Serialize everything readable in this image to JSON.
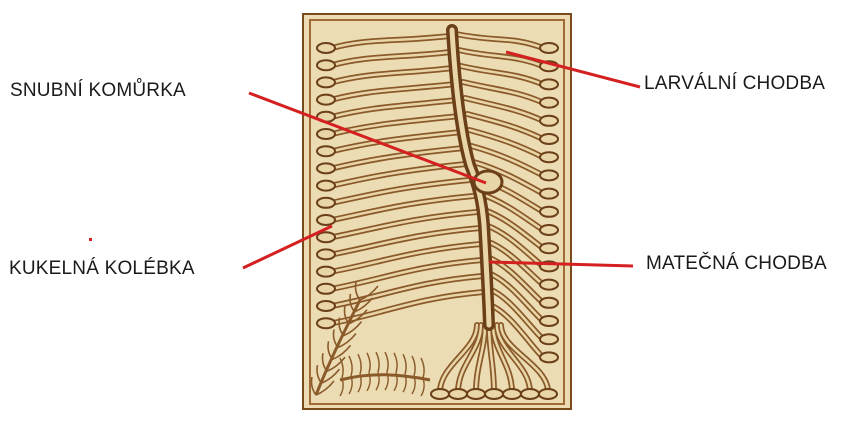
{
  "labels": {
    "snubni_komurka": "SNUBNÍ KOMŮRKA",
    "kukelna_kolebka": "KUKELNÁ KOLÉBKA",
    "larvalni_chodba": "LARVÁLNÍ CHODBA",
    "materna_chodba": "MATEČNÁ CHODBA"
  },
  "colors": {
    "pointer": "#d42020",
    "wood_background": "#ead9b0",
    "gallery_brown": "#8a5a2a",
    "gallery_dark": "#6b3f18",
    "label_text": "#1a1a1a"
  }
}
